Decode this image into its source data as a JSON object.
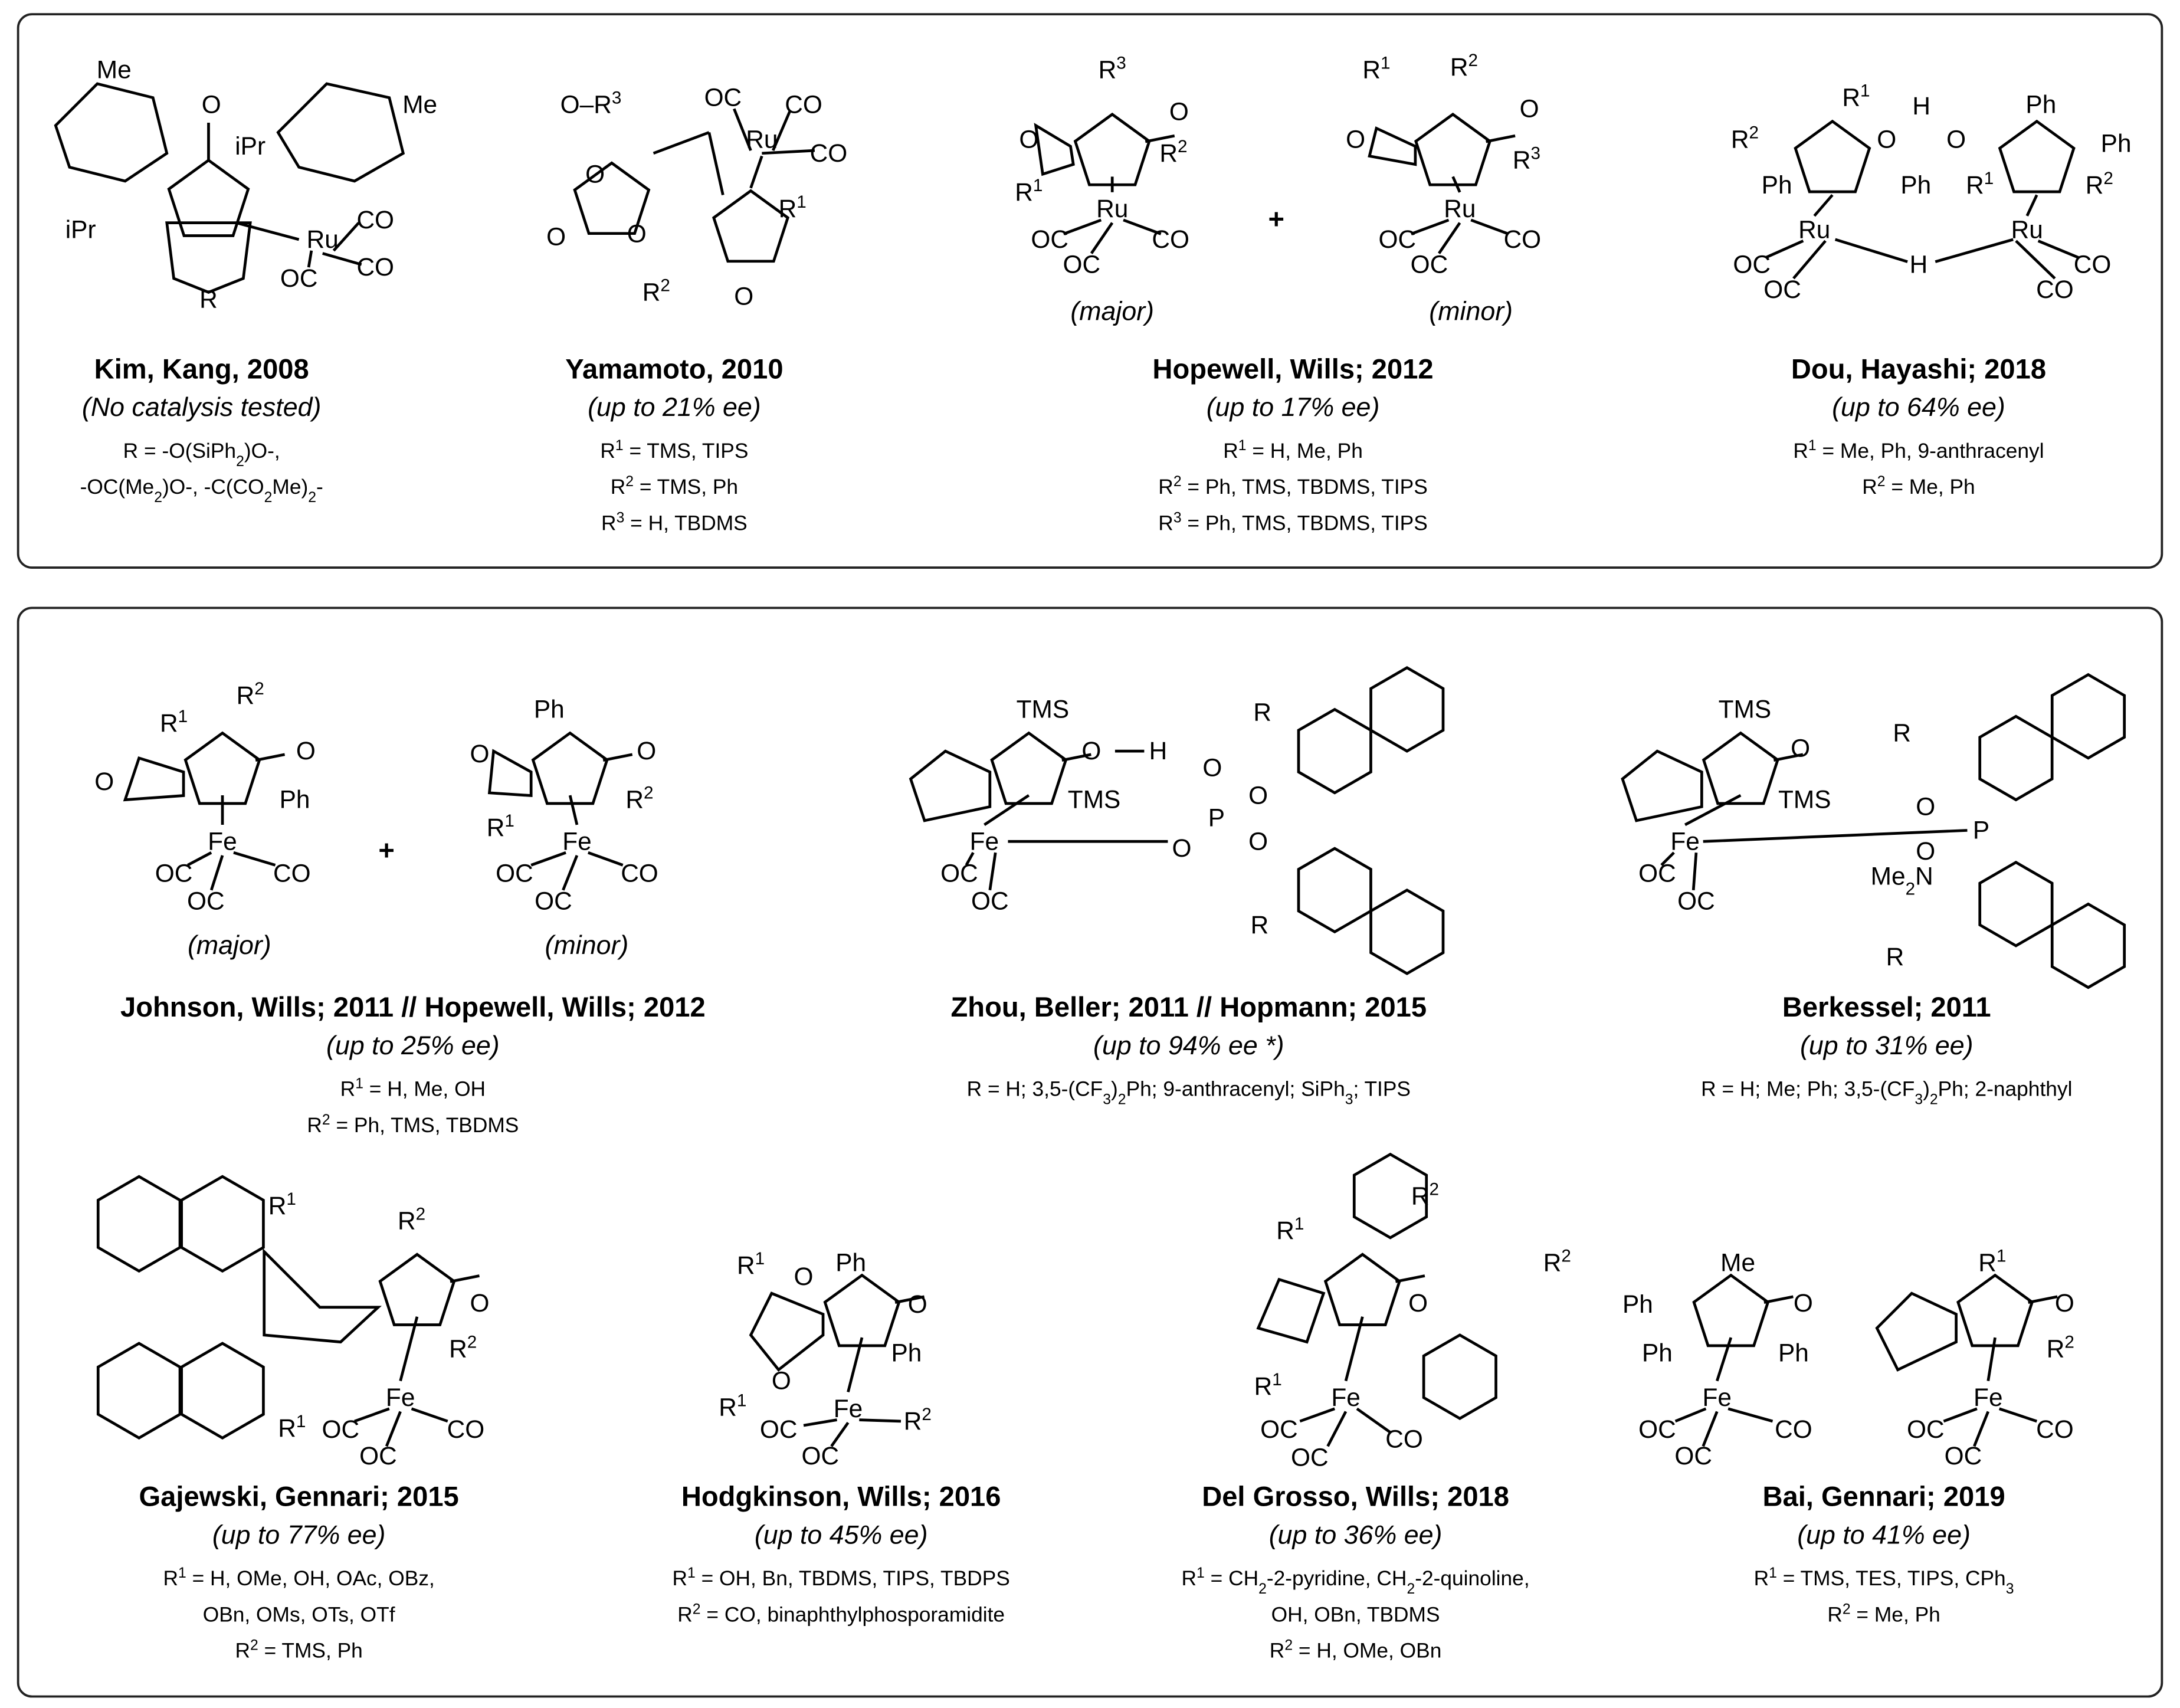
{
  "panels": [
    {
      "captions": [
        {
          "id": "kim",
          "title": "Kim, Kang, 2008",
          "note": "(No catalysis tested)",
          "lines": [
            [
              "R = -O(SiPh",
              {
                "sub": "2"
              },
              ")O-,"
            ],
            [
              "-OC(Me",
              {
                "sub": "2"
              },
              ")O-, -C(CO",
              {
                "sub": "2"
              },
              "Me)",
              {
                "sub": "2"
              },
              "-"
            ]
          ]
        },
        {
          "id": "yamamoto",
          "title": "Yamamoto, 2010",
          "note": "(up to 21% ee)",
          "lines": [
            [
              "R",
              {
                "sup": "1"
              },
              " = TMS, TIPS"
            ],
            [
              "R",
              {
                "sup": "2"
              },
              " = TMS, Ph"
            ],
            [
              "R",
              {
                "sup": "3"
              },
              " = H, TBDMS"
            ]
          ]
        },
        {
          "id": "hopewell",
          "title": "Hopewell, Wills; 2012",
          "note": "(up to 17% ee)",
          "lines": [
            [
              "R",
              {
                "sup": "1"
              },
              " = H, Me, Ph"
            ],
            [
              "R",
              {
                "sup": "2"
              },
              " = Ph, TMS, TBDMS, TIPS"
            ],
            [
              "R",
              {
                "sup": "3"
              },
              " = Ph, TMS, TBDMS, TIPS"
            ]
          ]
        },
        {
          "id": "dou",
          "title": "Dou, Hayashi; 2018",
          "note": "(up to 64% ee)",
          "lines": [
            [
              "R",
              {
                "sup": "1"
              },
              " = Me, Ph, 9-anthracenyl"
            ],
            [
              "R",
              {
                "sup": "2"
              },
              " = Me, Ph"
            ]
          ]
        }
      ]
    },
    {
      "captions": [
        {
          "id": "johnson",
          "title": "Johnson, Wills; 2011 // Hopewell, Wills; 2012",
          "note": "(up to 25% ee)",
          "lines": [
            [
              "R",
              {
                "sup": "1"
              },
              " = H, Me, OH"
            ],
            [
              "R",
              {
                "sup": "2"
              },
              " = Ph, TMS, TBDMS"
            ]
          ]
        },
        {
          "id": "zhou",
          "title": "Zhou, Beller; 2011 // Hopmann; 2015",
          "note": "(up to 94% ee *)",
          "lines": [
            [
              "R = H; 3,5-(CF",
              {
                "sub": "3"
              },
              ")",
              {
                "sub": "2"
              },
              "Ph; 9-anthracenyl; SiPh",
              {
                "sub": "3"
              },
              "; TIPS"
            ]
          ]
        },
        {
          "id": "berkessel",
          "title": "Berkessel; 2011",
          "note": "(up to 31% ee)",
          "lines": [
            [
              "R = H; Me; Ph; 3,5-(CF",
              {
                "sub": "3"
              },
              ")",
              {
                "sub": "2"
              },
              "Ph; 2-naphthyl"
            ]
          ]
        },
        {
          "id": "gajewski",
          "title": "Gajewski, Gennari; 2015",
          "note": "(up to 77% ee)",
          "lines": [
            [
              "R",
              {
                "sup": "1"
              },
              " = H, OMe, OH, OAc, OBz,"
            ],
            [
              "OBn, OMs, OTs, OTf"
            ],
            [
              "R",
              {
                "sup": "2"
              },
              " = TMS, Ph"
            ]
          ]
        },
        {
          "id": "hodgkinson",
          "title": "Hodgkinson, Wills;  2016",
          "note": "(up to 45% ee)",
          "lines": [
            [
              "R",
              {
                "sup": "1"
              },
              " = OH, Bn, TBDMS, TIPS, TBDPS"
            ],
            [
              "R",
              {
                "sup": "2"
              },
              " = CO, binaphthylphosporamidite"
            ]
          ]
        },
        {
          "id": "delgrosso",
          "title": "Del Grosso, Wills; 2018",
          "note": "(up to 36% ee)",
          "lines": [
            [
              "R",
              {
                "sup": "1"
              },
              " = CH",
              {
                "sub": "2"
              },
              "-2-pyridine, CH",
              {
                "sub": "2"
              },
              "-2-quinoline,"
            ],
            [
              "OH, OBn, TBDMS"
            ],
            [
              "R",
              {
                "sup": "2"
              },
              " = H, OMe, OBn"
            ]
          ]
        },
        {
          "id": "bai",
          "title": "Bai, Gennari; 2019",
          "note": "(up to 41% ee)",
          "lines": [
            [
              "R",
              {
                "sup": "1"
              },
              " = TMS, TES, TIPS, CPh",
              {
                "sub": "3"
              }
            ],
            [
              "R",
              {
                "sup": "2"
              },
              " = Me, Ph"
            ]
          ]
        }
      ]
    }
  ],
  "structures": [
    {
      "id": "kim",
      "metal": "Ru",
      "labels": [
        "Me",
        "iPr",
        "O",
        "iPr",
        "Me",
        "Ru",
        "CO",
        "OC",
        "CO",
        "R"
      ]
    },
    {
      "id": "yamamoto",
      "metal": "Ru",
      "labels": [
        [
          "O–R",
          {
            "sup": "3"
          }
        ],
        "O",
        "O",
        "O",
        "OC",
        "CO",
        "Ru",
        "CO",
        [
          "R",
          {
            "sup": "1"
          }
        ],
        [
          "R",
          {
            "sup": "2"
          }
        ],
        "O"
      ]
    },
    {
      "id": "hopewell-major",
      "metal": "Ru",
      "labels": [
        [
          "R",
          {
            "sup": "3"
          }
        ],
        "O",
        "O",
        [
          "R",
          {
            "sup": "1"
          }
        ],
        [
          "R",
          {
            "sup": "2"
          }
        ],
        "Ru",
        "OC",
        "CO",
        "OC",
        "(major)"
      ]
    },
    {
      "id": "plus-1",
      "labels": [
        "+"
      ]
    },
    {
      "id": "hopewell-minor",
      "metal": "Ru",
      "labels": [
        [
          "R",
          {
            "sup": "1"
          }
        ],
        [
          "R",
          {
            "sup": "2"
          }
        ],
        "O",
        "O",
        [
          "R",
          {
            "sup": "3"
          }
        ],
        "Ru",
        "OC",
        "CO",
        "OC",
        "(minor)"
      ]
    },
    {
      "id": "dou",
      "metal": "Ru",
      "labels": [
        [
          "R",
          {
            "sup": "1"
          }
        ],
        [
          "R",
          {
            "sup": "2"
          }
        ],
        "O",
        "H",
        "O",
        "Ph",
        "Ph",
        "Ph",
        "Ph",
        [
          "R",
          {
            "sup": "1"
          }
        ],
        [
          "R",
          {
            "sup": "2"
          }
        ],
        "Ru",
        "H",
        "Ru",
        "OC",
        "CO",
        "OC",
        "CO"
      ]
    },
    {
      "id": "johnson-major",
      "metal": "Fe",
      "labels": [
        [
          "R",
          {
            "sup": "1"
          }
        ],
        [
          "R",
          {
            "sup": "2"
          }
        ],
        "O",
        "O",
        "Ph",
        "Fe",
        "OC",
        "CO",
        "OC",
        "(major)"
      ]
    },
    {
      "id": "plus-2",
      "labels": [
        "+"
      ]
    },
    {
      "id": "johnson-minor",
      "metal": "Fe",
      "labels": [
        "Ph",
        "O",
        "O",
        [
          "R",
          {
            "sup": "2"
          }
        ],
        [
          "R",
          {
            "sup": "1"
          }
        ],
        "Fe",
        "OC",
        "CO",
        "OC",
        "(minor)"
      ]
    },
    {
      "id": "zhou",
      "metal": "Fe",
      "labels": [
        "TMS",
        "O",
        "H",
        "TMS",
        "O",
        "P",
        "O",
        "O",
        "O",
        "Fe",
        "OC",
        "OC",
        "R",
        "R"
      ]
    },
    {
      "id": "berkessel",
      "metal": "Fe",
      "labels": [
        "TMS",
        "O",
        "TMS",
        "Fe",
        "P",
        "O",
        "O",
        [
          "Me",
          {
            "sub": "2"
          },
          "N"
        ],
        "OC",
        "OC",
        "R",
        "R"
      ]
    },
    {
      "id": "gajewski",
      "metal": "Fe",
      "labels": [
        [
          "R",
          {
            "sup": "1"
          }
        ],
        [
          "R",
          {
            "sup": "2"
          }
        ],
        "O",
        [
          "R",
          {
            "sup": "2"
          }
        ],
        "Fe",
        "OC",
        "CO",
        "OC",
        [
          "R",
          {
            "sup": "1"
          }
        ]
      ]
    },
    {
      "id": "hodgkinson",
      "metal": "Fe",
      "labels": [
        [
          "R",
          {
            "sup": "1"
          }
        ],
        "O",
        "Ph",
        "O",
        "Ph",
        "O",
        [
          "R",
          {
            "sup": "1"
          }
        ],
        "Fe",
        [
          "R",
          {
            "sup": "2"
          }
        ],
        "OC",
        "OC"
      ]
    },
    {
      "id": "delgrosso",
      "metal": "Fe",
      "labels": [
        [
          "R",
          {
            "sup": "2"
          }
        ],
        [
          "R",
          {
            "sup": "1"
          }
        ],
        "O",
        [
          "R",
          {
            "sup": "1"
          }
        ],
        [
          "R",
          {
            "sup": "2"
          }
        ],
        "Fe",
        "OC",
        "CO",
        "OC"
      ]
    },
    {
      "id": "bai-1",
      "metal": "Fe",
      "labels": [
        "Me",
        "Ph",
        "O",
        "Ph",
        "Ph",
        "Fe",
        "OC",
        "CO",
        "OC"
      ]
    },
    {
      "id": "bai-2",
      "metal": "Fe",
      "labels": [
        [
          "R",
          {
            "sup": "1"
          }
        ],
        "O",
        [
          "R",
          {
            "sup": "2"
          }
        ],
        "Fe",
        "OC",
        "CO",
        "OC"
      ]
    }
  ]
}
